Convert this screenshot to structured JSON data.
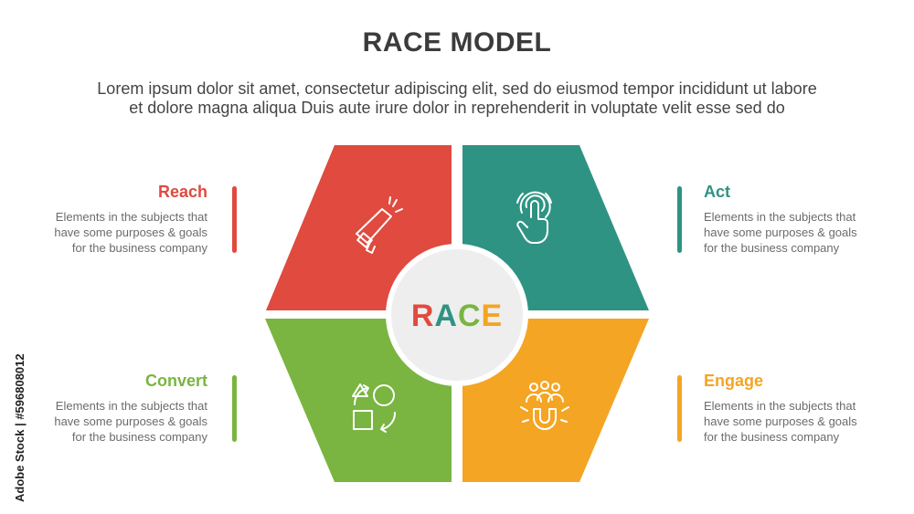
{
  "title": "RACE MODEL",
  "subtitle": [
    "Lorem ipsum dolor sit amet, consectetur adipiscing elit, sed do eiusmod tempor incididunt ut labore",
    "et dolore magna aliqua Duis aute irure dolor in reprehenderit in voluptate velit esse sed do"
  ],
  "center": {
    "letters": [
      "R",
      "A",
      "C",
      "E"
    ]
  },
  "segments": [
    {
      "name": "Reach",
      "color": "#e04a3f",
      "icon": "megaphone-icon",
      "desc": [
        "Elements in the subjects that",
        "have  some purposes & goals",
        "for the  business company"
      ]
    },
    {
      "name": "Act",
      "color": "#2f9383",
      "icon": "touch-hand-icon",
      "desc": [
        "Elements in the subjects that",
        "have  some purposes & goals",
        "for the  business company"
      ]
    },
    {
      "name": "Convert",
      "color": "#79b540",
      "icon": "shapes-convert-icon",
      "desc": [
        "Elements in the subjects that",
        "have  some purposes & goals",
        "for the  business company"
      ]
    },
    {
      "name": "Engage",
      "color": "#f4a523",
      "icon": "magnet-people-icon",
      "desc": [
        "Elements in the subjects that",
        "have  some purposes & goals",
        "for the  business company"
      ]
    }
  ],
  "watermark": "Adobe Stock | #596808012"
}
